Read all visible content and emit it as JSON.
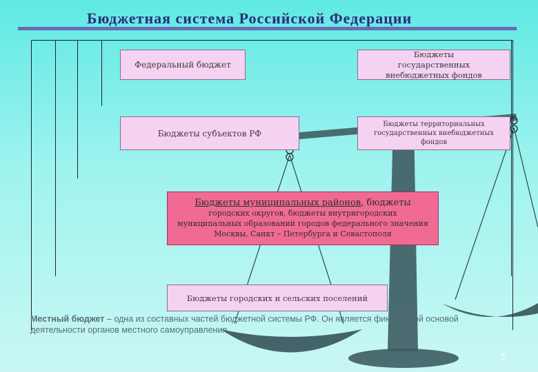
{
  "title": "Бюджетная система Российской Федерации",
  "boxes": {
    "federal": "Федеральный бюджет",
    "state_funds": "Бюджеты государственных внебюджетных фондов",
    "subjects": "Бюджеты субъектов РФ",
    "territorial_funds": "Бюджеты территориальных государственных внебюджетных фондов",
    "municipal_districts": "Бюджеты муниципальных районов",
    "municipal_rest_a": ", бюджеты",
    "municipal_rest_b": "городских округов, бюджеты внутригородских",
    "municipal_rest_c": "муниципальных образований городов федерального значения",
    "municipal_rest_d": "Москвы, Санкт – Петербурга и Севастополя",
    "settlements": "Бюджеты городских и сельских поселений"
  },
  "note": {
    "term": "Местный бюджет",
    "text": " – одна из составных частей бюджетной системы РФ. Он является финансовой основой деятельности органов местного самоуправления."
  },
  "page_number": "5",
  "colors": {
    "box": "#f6d2f2",
    "highlight": "#f06a93",
    "title": "#2b2b7a",
    "background": "#5fe9e4"
  }
}
